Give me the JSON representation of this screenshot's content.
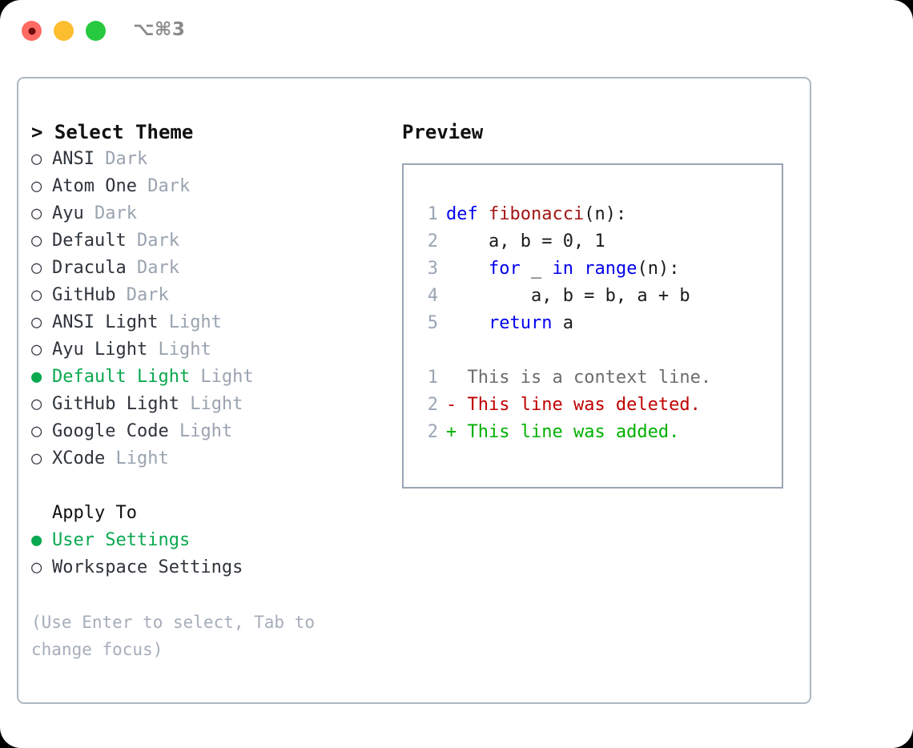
{
  "titlebar": {
    "shortcut": "⌥⌘3",
    "buttons": {
      "close": "close-window",
      "minimize": "minimize-window",
      "maximize": "maximize-window"
    }
  },
  "theme_picker": {
    "header": "> Select Theme",
    "bullet_selected": "●",
    "bullet_unselected": "○",
    "items": [
      {
        "label": "ANSI",
        "tag": " Dark",
        "selected": false
      },
      {
        "label": "Atom One",
        "tag": " Dark",
        "selected": false
      },
      {
        "label": "Ayu",
        "tag": " Dark",
        "selected": false
      },
      {
        "label": "Default",
        "tag": " Dark",
        "selected": false
      },
      {
        "label": "Dracula",
        "tag": " Dark",
        "selected": false
      },
      {
        "label": "GitHub",
        "tag": " Dark",
        "selected": false
      },
      {
        "label": "ANSI Light",
        "tag": " Light",
        "selected": false
      },
      {
        "label": "Ayu Light",
        "tag": " Light",
        "selected": false
      },
      {
        "label": "Default Light",
        "tag": " Light",
        "selected": true
      },
      {
        "label": "GitHub Light",
        "tag": " Light",
        "selected": false
      },
      {
        "label": "Google Code",
        "tag": " Light",
        "selected": false
      },
      {
        "label": "XCode",
        "tag": " Light",
        "selected": false
      }
    ]
  },
  "apply_to": {
    "header": "Apply To",
    "items": [
      {
        "label": "User Settings",
        "selected": true
      },
      {
        "label": "Workspace Settings",
        "selected": false
      }
    ]
  },
  "hint": "(Use Enter to select, Tab to change focus)",
  "preview": {
    "header": "Preview",
    "code_lines": [
      {
        "no": "1",
        "tokens": [
          {
            "t": "def ",
            "c": "kw"
          },
          {
            "t": "fibonacci",
            "c": "fn"
          },
          {
            "t": "(n):",
            "c": "txt"
          }
        ]
      },
      {
        "no": "2",
        "tokens": [
          {
            "t": "    a, b = 0, 1",
            "c": "txt"
          }
        ]
      },
      {
        "no": "3",
        "tokens": [
          {
            "t": "    ",
            "c": "txt"
          },
          {
            "t": "for",
            "c": "kw"
          },
          {
            "t": " _ ",
            "c": "txt"
          },
          {
            "t": "in",
            "c": "kw"
          },
          {
            "t": " ",
            "c": "txt"
          },
          {
            "t": "range",
            "c": "kw"
          },
          {
            "t": "(n):",
            "c": "txt"
          }
        ]
      },
      {
        "no": "4",
        "tokens": [
          {
            "t": "        a, b = b, a + b",
            "c": "txt"
          }
        ]
      },
      {
        "no": "5",
        "tokens": [
          {
            "t": "    ",
            "c": "txt"
          },
          {
            "t": "return",
            "c": "kw"
          },
          {
            "t": " a",
            "c": "txt"
          }
        ]
      }
    ],
    "diff_lines": [
      {
        "no": "1",
        "marker": "  ",
        "text": "This is a context line.",
        "c": "ctx"
      },
      {
        "no": "2",
        "marker": "- ",
        "text": "This line was deleted.",
        "c": "del"
      },
      {
        "no": "2",
        "marker": "+ ",
        "text": "This line was added.",
        "c": "add"
      }
    ]
  },
  "colors": {
    "accent_green": "#0aa84f",
    "keyword_blue": "#0000ee",
    "function_red": "#a31515",
    "diff_deleted": "#c00000",
    "diff_added": "#00b000",
    "muted_gray": "#9aa3b0",
    "panel_border": "#aeb7c2"
  }
}
